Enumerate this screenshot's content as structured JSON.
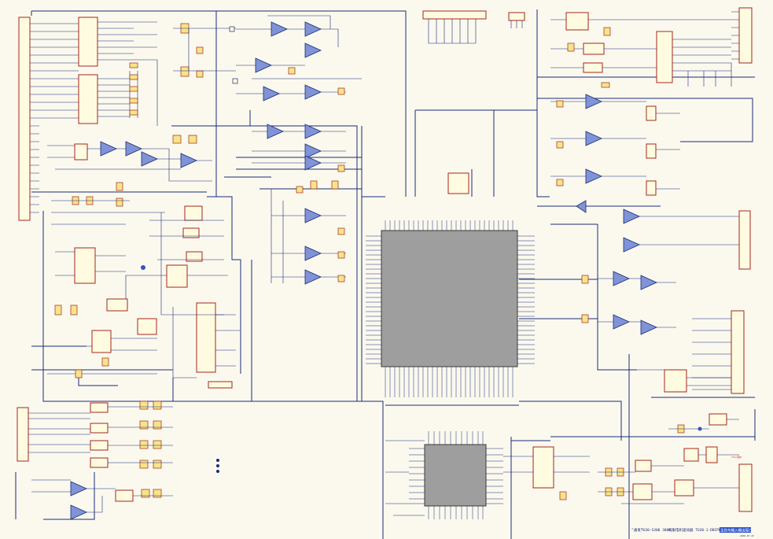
{
  "title_block": {
    "prefix": "\"通发\"",
    "model": "TU30-S300 300W",
    "board": "伺服电机驱动器 TU30-1-DBCPU-V1.6",
    "highlight": "主控与输入输出接口",
    "date": "2019.07.27"
  },
  "colors": {
    "background": "#fbf9ee",
    "wire": "#1b2a7a",
    "component_outline": "#a4261b",
    "component_fill": "#fffbe0",
    "opamp_fill": "#7f93d6",
    "mcu_fill": "#9e9e9e",
    "title_highlight": "#2f54c9"
  },
  "icons": [
    "ic-chip",
    "opamp-triangle",
    "connector-header",
    "resistor",
    "capacitor",
    "optocoupler"
  ]
}
